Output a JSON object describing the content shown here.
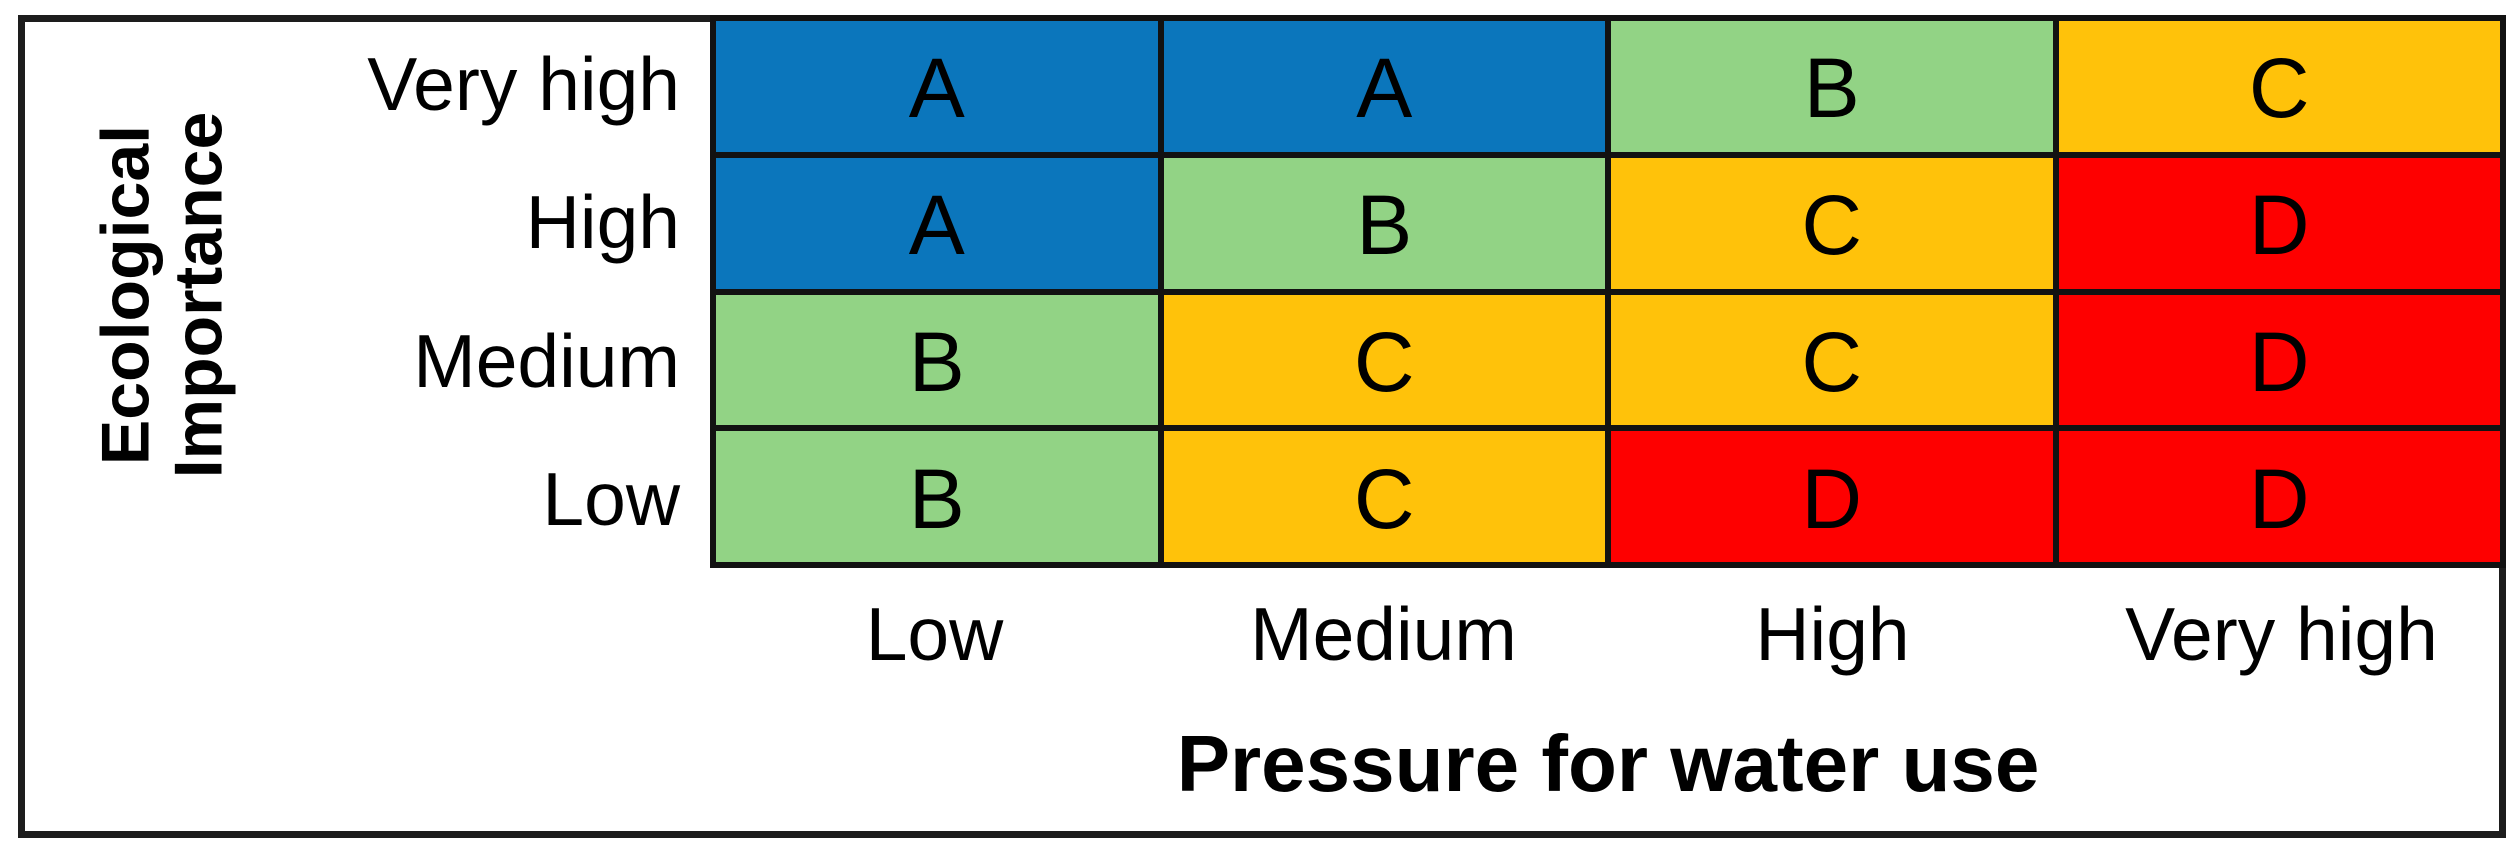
{
  "figure": {
    "background": "#ffffff",
    "frame_border_color": "#1d1d1d",
    "grid_line_color": "#121212",
    "text_color": "#000000"
  },
  "chart_data": {
    "type": "heatmap",
    "title": "",
    "xlabel": "Pressure for water use",
    "ylabel": "Ecological Importance",
    "ylabel_lines": [
      "Ecological",
      "Importance"
    ],
    "x_categories": [
      "Low",
      "Medium",
      "High",
      "Very high"
    ],
    "y_categories": [
      "Very high",
      "High",
      "Medium",
      "Low"
    ],
    "cells": [
      [
        "A",
        "A",
        "B",
        "C"
      ],
      [
        "A",
        "B",
        "C",
        "D"
      ],
      [
        "B",
        "C",
        "C",
        "D"
      ],
      [
        "B",
        "C",
        "D",
        "D"
      ]
    ],
    "category_colors": {
      "A": "#0b76bc",
      "B": "#92d385",
      "C": "#ffc20a",
      "D": "#fe0000"
    },
    "legend_position": "none",
    "grid": true,
    "layout": "matrix rows top-to-bottom: Very high, High, Medium, Low; columns left-to-right: Low, Medium, High, Very high"
  }
}
